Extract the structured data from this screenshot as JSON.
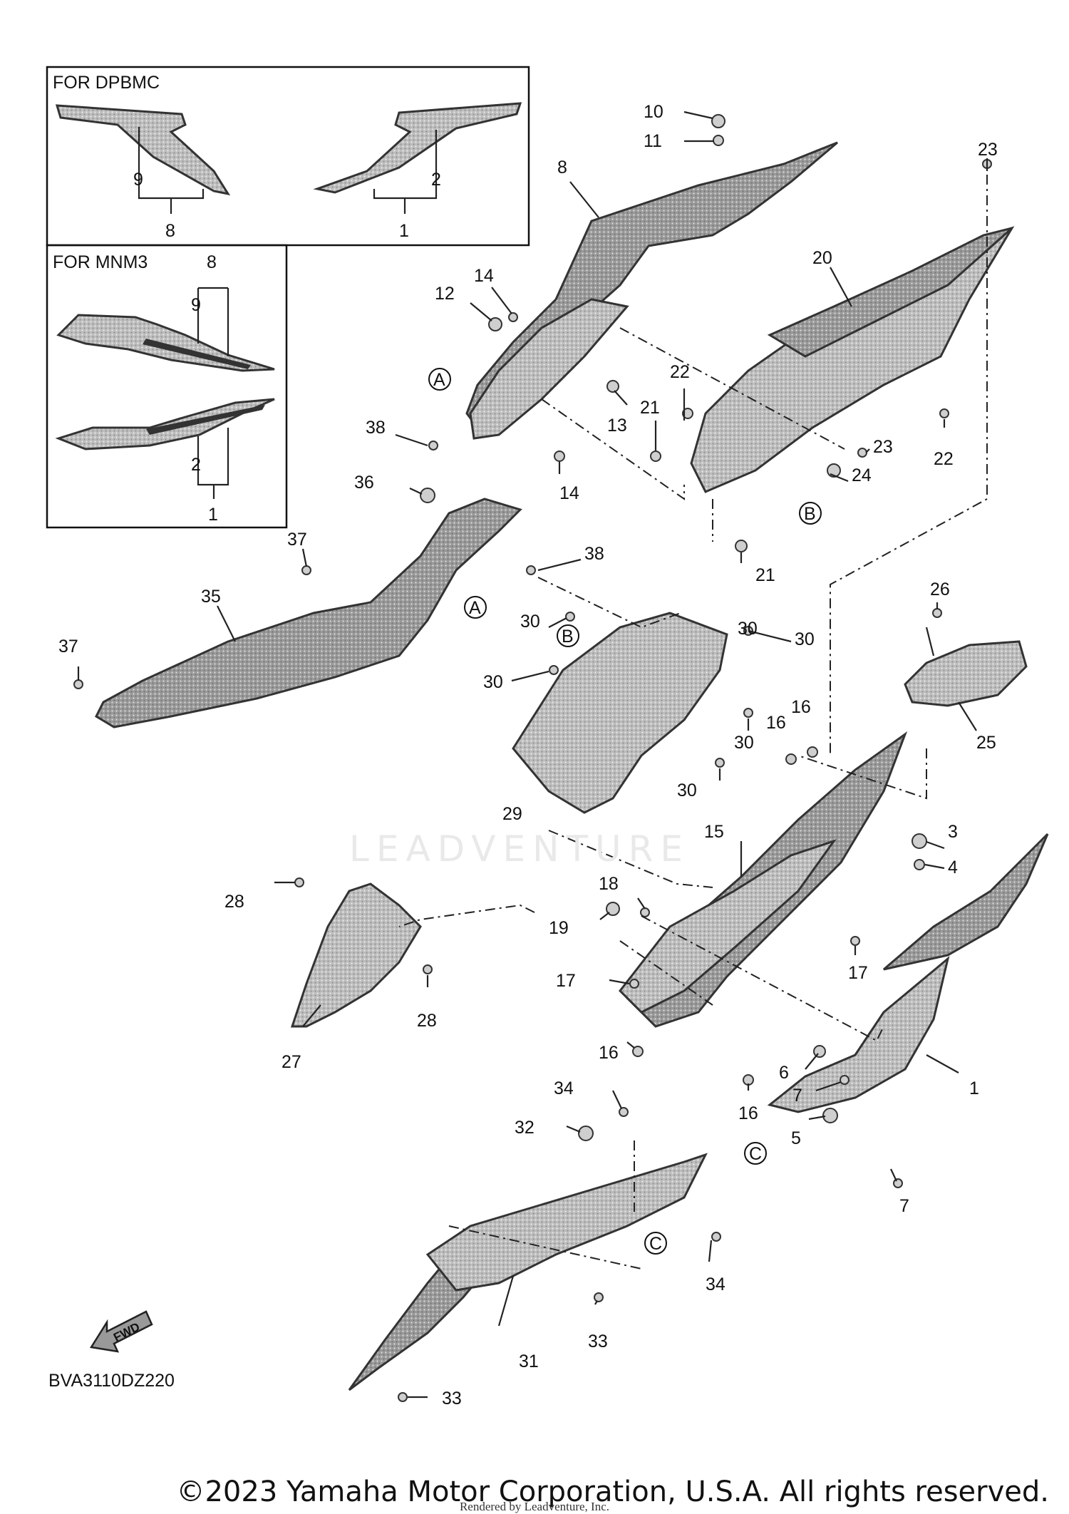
{
  "diagram": {
    "diagram_code": "BVA3110DZ220",
    "watermark": "LEADVENTURE",
    "copyright": "©2023 Yamaha Motor Corporation, U.S.A. All rights reserved.",
    "rendered_by": "Rendered by Leadventure, Inc.",
    "fwd_label": "FWD",
    "insets": [
      {
        "title": "FOR DPBMC",
        "labels": [
          "9",
          "8",
          "2",
          "1"
        ]
      },
      {
        "title": "FOR MNM3",
        "labels": [
          "8",
          "9",
          "2",
          "1"
        ]
      }
    ],
    "letter_markers": [
      "A",
      "A",
      "B",
      "B",
      "C",
      "C"
    ],
    "callouts": [
      "10",
      "11",
      "8",
      "23",
      "20",
      "12",
      "14",
      "13",
      "22",
      "21",
      "23",
      "22",
      "24",
      "14",
      "21",
      "38",
      "36",
      "38",
      "37",
      "35",
      "37",
      "30",
      "30",
      "30",
      "30",
      "30",
      "30",
      "29",
      "26",
      "25",
      "16",
      "16",
      "15",
      "3",
      "4",
      "28",
      "18",
      "19",
      "28",
      "17",
      "17",
      "27",
      "16",
      "6",
      "7",
      "1",
      "5",
      "16",
      "34",
      "32",
      "7",
      "34",
      "33",
      "31",
      "33"
    ]
  }
}
